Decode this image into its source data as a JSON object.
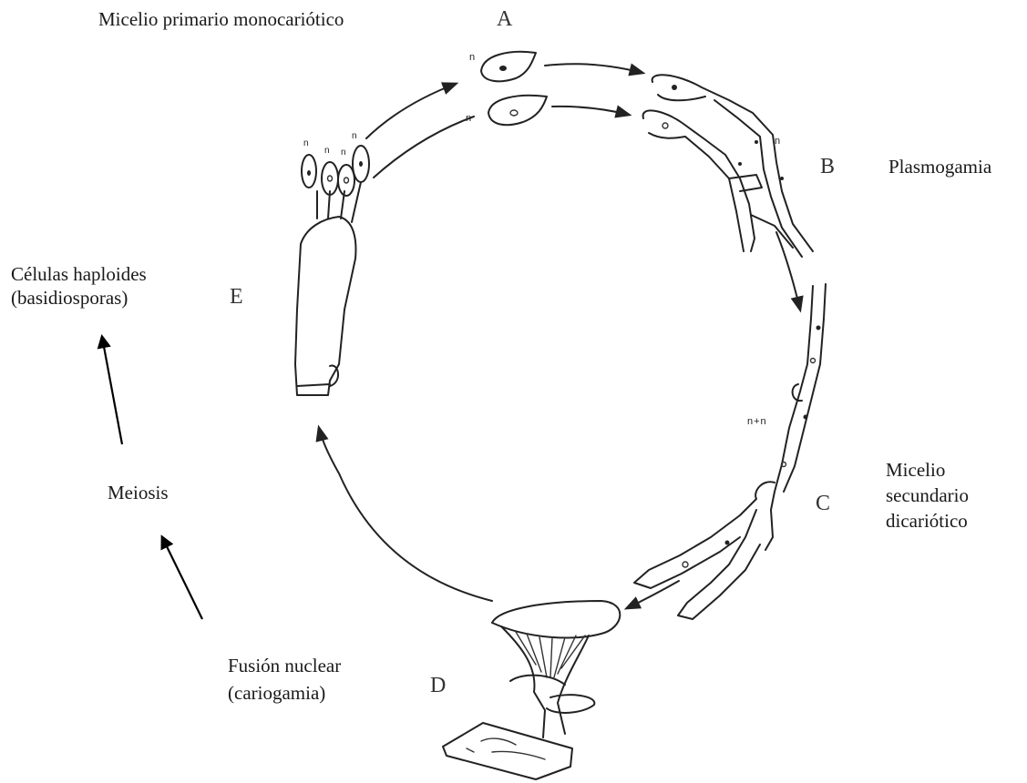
{
  "labels": {
    "primary_mycelium": "Micelio  primario monocariótico",
    "plasmogamy": "Plasmogamia",
    "haploid_cells_line1": "Células haploides",
    "haploid_cells_line2": "(basidiosporas)",
    "meiosis": "Meiosis",
    "secondary_mycelium_line1": "Micelio",
    "secondary_mycelium_line2": "secundario",
    "secondary_mycelium_line3": "dicariótico",
    "nuclear_fusion_line1": "Fusión nuclear",
    "nuclear_fusion_line2": "(cariogamia)"
  },
  "stage_letters": {
    "a": "A",
    "b": "B",
    "c": "C",
    "d": "D",
    "e": "E"
  },
  "cell_marks": {
    "spore_top": "n",
    "spore_bottom": "n",
    "hypha_b": "n",
    "dikaryon": "n+n",
    "basidiospore_1": "n",
    "basidiospore_2": "n",
    "basidiospore_3": "n",
    "basidiospore_4": "n"
  },
  "colors": {
    "ink": "#222222",
    "text": "#1a1a1a",
    "background": "#ffffff"
  }
}
